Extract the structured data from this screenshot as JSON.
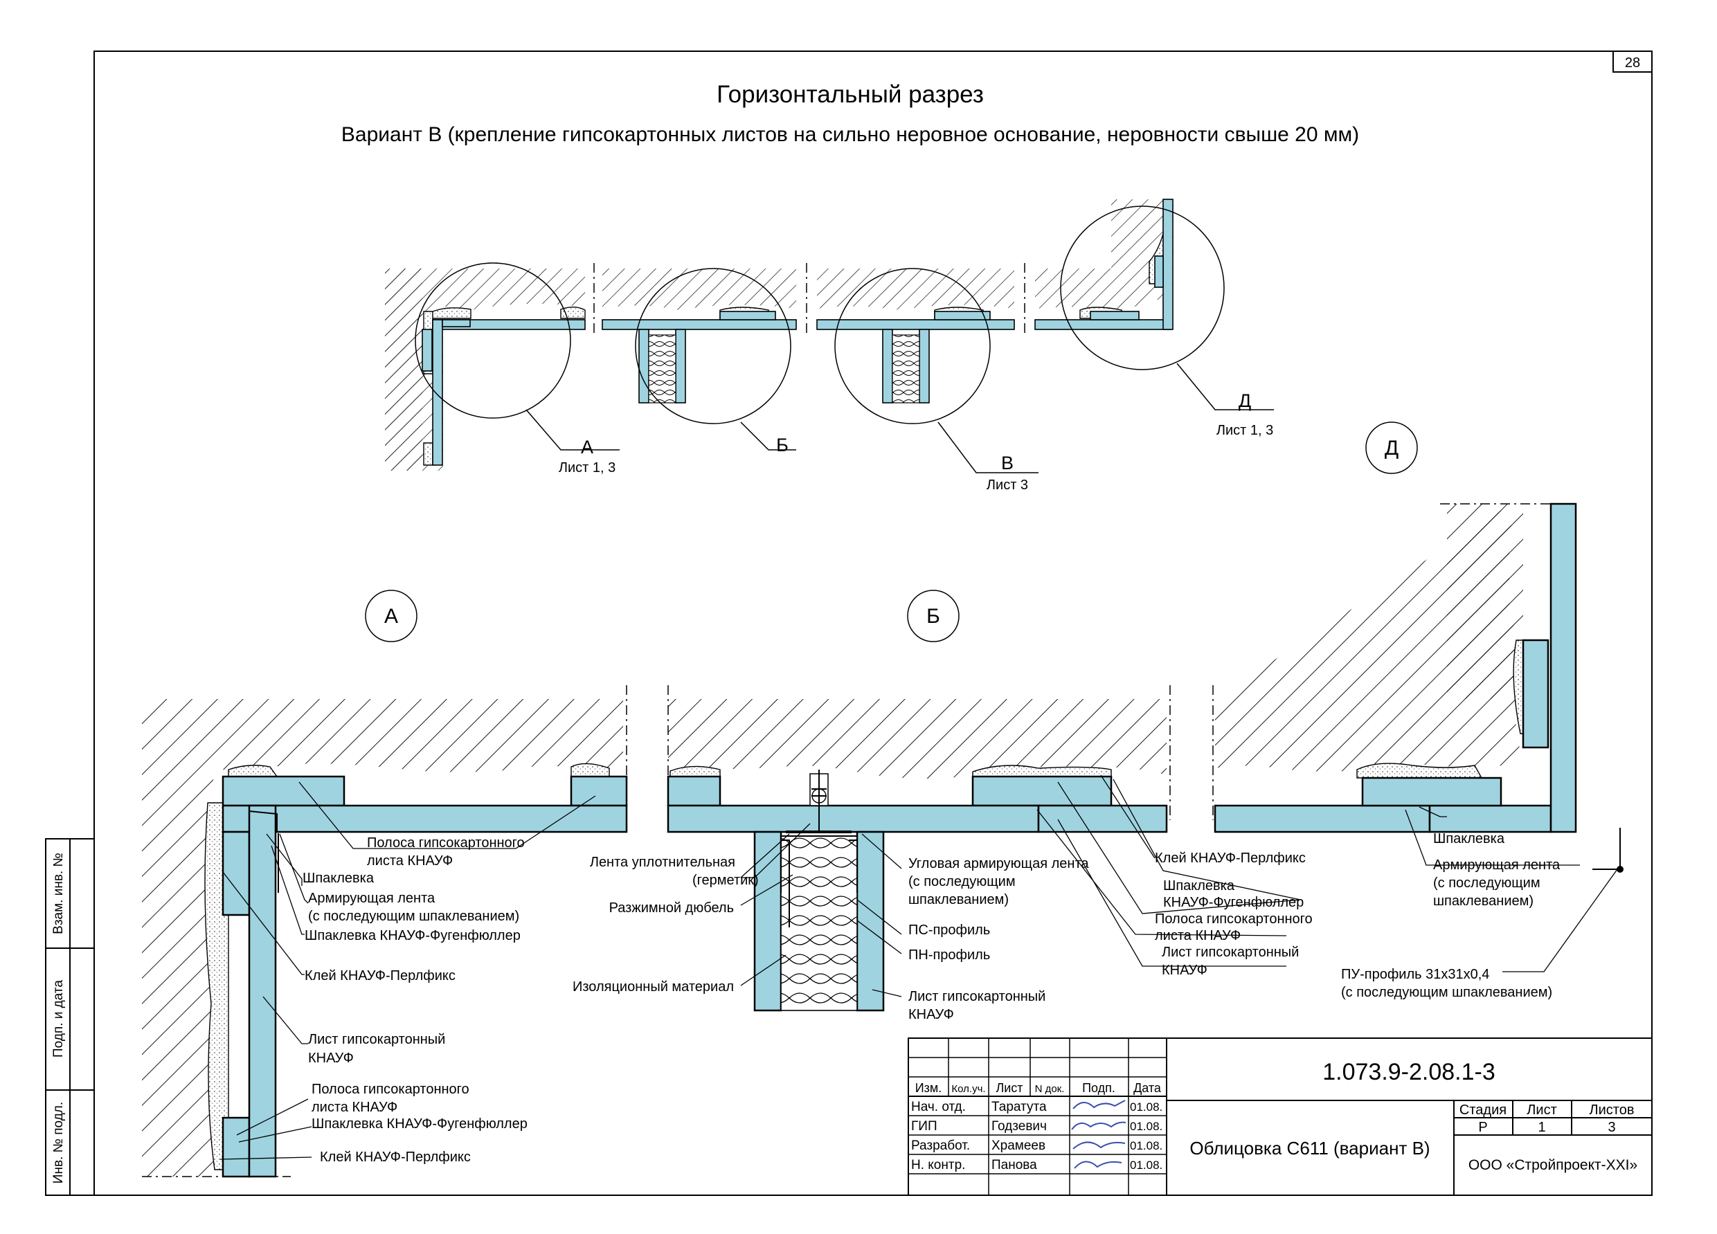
{
  "sheet_number": "28",
  "title": "Горизонтальный разрез",
  "subtitle": "Вариант В (крепление гипсокартонных листов на сильно неровное основание, неровности свыше 20 мм)",
  "overview": {
    "callouts": [
      {
        "letter": "А",
        "ref": "Лист 1, 3"
      },
      {
        "letter": "Б",
        "ref": ""
      },
      {
        "letter": "В",
        "ref": "Лист 3"
      },
      {
        "letter": "Д",
        "ref": "Лист 1, 3"
      }
    ]
  },
  "details": {
    "a": {
      "letter": "А",
      "labels": [
        "Полоса гипсокартонного",
        "листа КНАУФ",
        "Шпаклевка",
        "Армирующая лента",
        "(с последующим шпаклеванием)",
        "Шпаклевка КНАУФ-Фугенфюллер",
        "Клей КНАУФ-Перлфикс",
        "Лист гипсокартонный",
        "КНАУФ",
        "Полоса гипсокартонного",
        "листа КНАУФ",
        "Шпаклевка КНАУФ-Фугенфюллер",
        "Клей КНАУФ-Перлфикс"
      ]
    },
    "b": {
      "letter": "Б",
      "labels": [
        "Лента уплотнительная",
        "(герметик)",
        "Разжимной дюбель",
        "Изоляционный материал",
        "Угловая армирующая лента",
        "(с последующим",
        "шпаклеванием)",
        "ПС-профиль",
        "ПН-профиль",
        "Лист гипсокартонный",
        "КНАУФ"
      ]
    },
    "mid": {
      "labels": [
        "Клей КНАУФ-Перлфикс",
        "Шпаклевка",
        "КНАУФ-Фугенфюллер",
        "Полоса гипсокартонного",
        "листа КНАУФ",
        "Лист гипсокартонный",
        "КНАУФ"
      ]
    },
    "d": {
      "letter": "Д",
      "labels": [
        "Шпаклевка",
        "Армирующая лента",
        "(с последующим",
        "шпаклеванием)",
        "ПУ-профиль 31х31х0,4",
        "(с последующим шпаклеванием)"
      ]
    }
  },
  "side_stamp": {
    "vzam": "Взам. инв. №",
    "podp": "Подп. и дата",
    "inv": "Инв. № подл."
  },
  "title_block": {
    "code": "1.073.9-2.08.1-3",
    "headers": [
      "Изм.",
      "Кол.уч.",
      "Лист",
      "N док.",
      "Подп.",
      "Дата"
    ],
    "rows": [
      {
        "role": "Нач. отд.",
        "name": "Таратута",
        "date": "01.08."
      },
      {
        "role": "ГИП",
        "name": "Годзевич",
        "date": "01.08."
      },
      {
        "role": "Разработ.",
        "name": "Храмеев",
        "date": "01.08."
      },
      {
        "role": "Н. контр.",
        "name": "Панова",
        "date": "01.08."
      }
    ],
    "drawing_title": "Облицовка С611 (вариант В)",
    "stage_header": "Стадия",
    "sheet_header": "Лист",
    "sheets_header": "Листов",
    "stage": "Р",
    "sheet": "1",
    "sheets": "3",
    "company": "ООО «Стройпроект-XXI»"
  }
}
